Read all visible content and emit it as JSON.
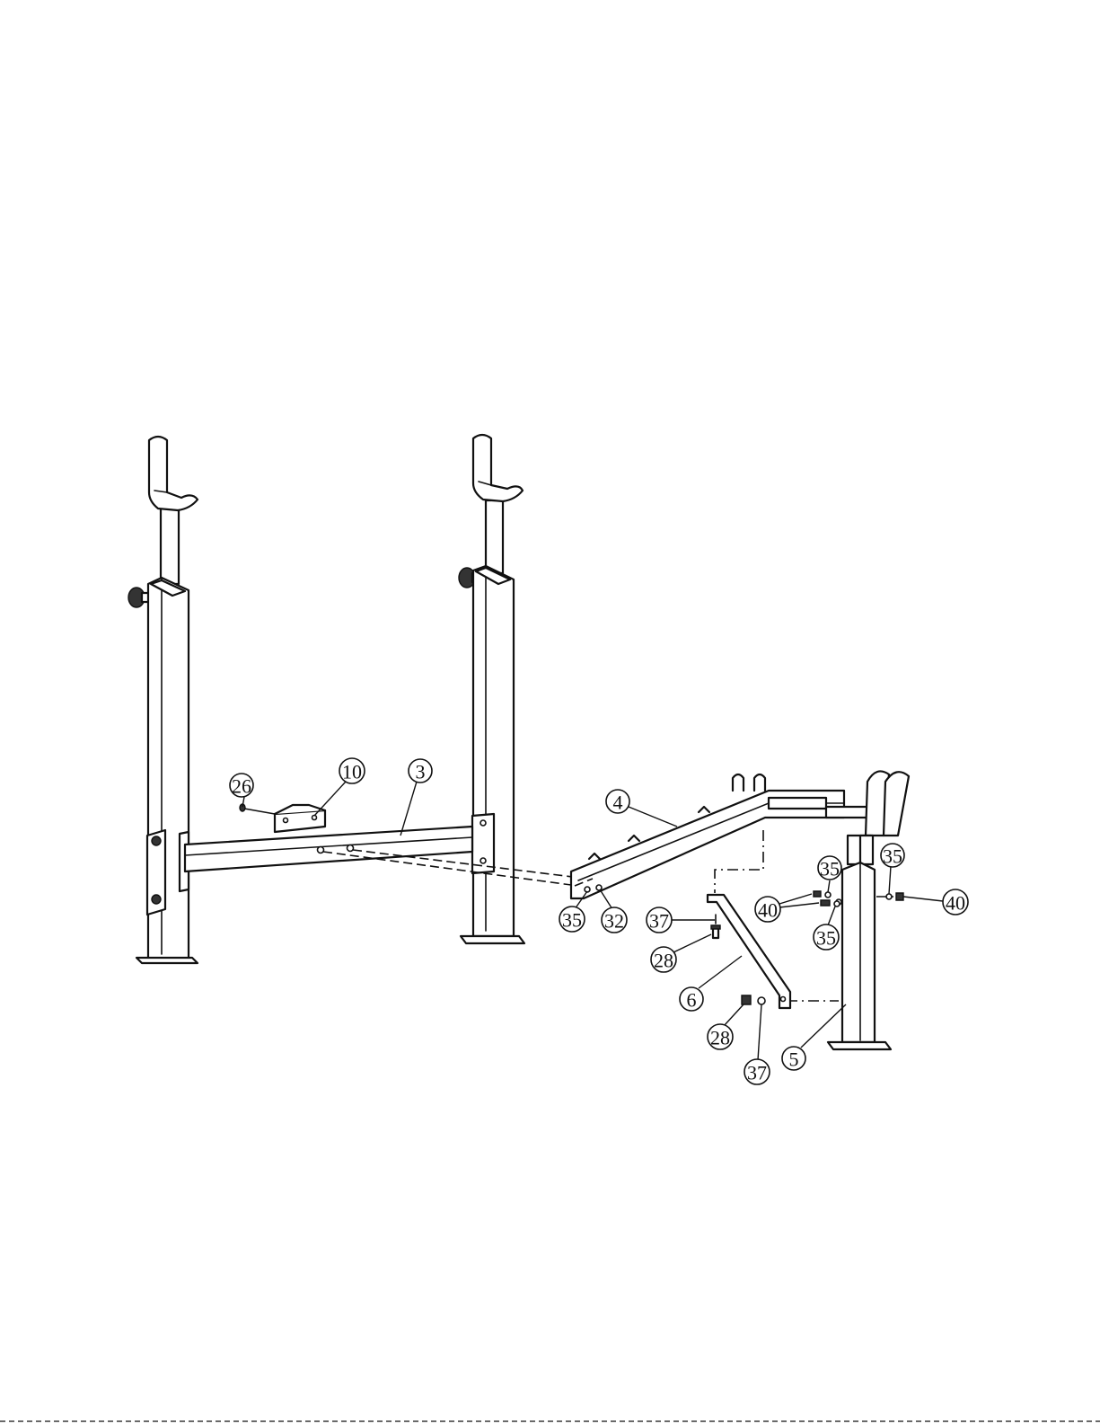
{
  "callouts": [
    {
      "id": "c26",
      "label": "26"
    },
    {
      "id": "c10",
      "label": "10"
    },
    {
      "id": "c3",
      "label": "3"
    },
    {
      "id": "c4",
      "label": "4"
    },
    {
      "id": "c35a",
      "label": "35"
    },
    {
      "id": "c32",
      "label": "32"
    },
    {
      "id": "c37a",
      "label": "37"
    },
    {
      "id": "c28a",
      "label": "28"
    },
    {
      "id": "c6",
      "label": "6"
    },
    {
      "id": "c28b",
      "label": "28"
    },
    {
      "id": "c37b",
      "label": "37"
    },
    {
      "id": "c5",
      "label": "5"
    },
    {
      "id": "c35b",
      "label": "35"
    },
    {
      "id": "c40a",
      "label": "40"
    },
    {
      "id": "c35c",
      "label": "35"
    },
    {
      "id": "c35d",
      "label": "35"
    },
    {
      "id": "c40b",
      "label": "40"
    }
  ]
}
